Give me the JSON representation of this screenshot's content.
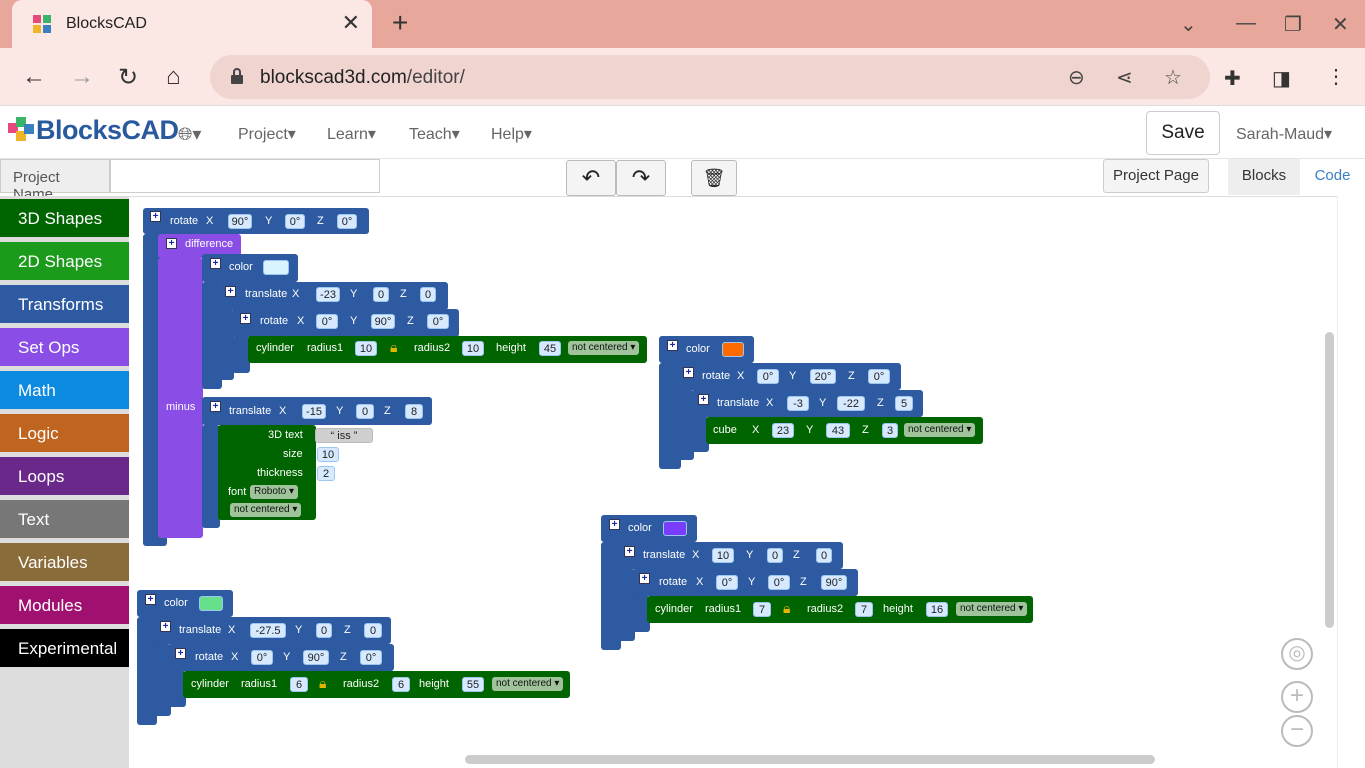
{
  "browser": {
    "tab_title": "BlocksCAD",
    "url_host": "blockscad3d.com",
    "url_path": "/editor/"
  },
  "app": {
    "logo": "BlocksCAD",
    "menus": [
      "Project",
      "Learn",
      "Teach",
      "Help"
    ],
    "save_label": "Save",
    "user": "Sarah-Maud",
    "project_name_label": "Project Name",
    "project_name_value": "",
    "project_page_label": "Project Page",
    "tab_blocks": "Blocks",
    "tab_code": "Code"
  },
  "categories": [
    {
      "label": "3D Shapes",
      "color": "#006400"
    },
    {
      "label": "2D Shapes",
      "color": "#1b9a1b"
    },
    {
      "label": "Transforms",
      "color": "#2d5aa0"
    },
    {
      "label": "Set Ops",
      "color": "#8a4ee6"
    },
    {
      "label": "Math",
      "color": "#0b8ae0"
    },
    {
      "label": "Logic",
      "color": "#c0651f"
    },
    {
      "label": "Loops",
      "color": "#6a288a"
    },
    {
      "label": "Text",
      "color": "#777777"
    },
    {
      "label": "Variables",
      "color": "#8a6b3a"
    },
    {
      "label": "Modules",
      "color": "#a01070"
    },
    {
      "label": "Experimental",
      "color": "#000000"
    }
  ],
  "blocks": {
    "g1": {
      "rotate": {
        "label": "rotate",
        "x": "90°",
        "y": "0°",
        "z": "0°"
      },
      "difference": "difference",
      "minus": "minus",
      "color": "color",
      "translate1": {
        "label": "translate",
        "x": "-23",
        "y": "0",
        "z": "0"
      },
      "rotate2": {
        "label": "rotate",
        "x": "0°",
        "y": "90°",
        "z": "0°"
      },
      "cylinder": {
        "label": "cylinder",
        "r1_label": "radius1",
        "r1": "10",
        "r2_label": "radius2",
        "r2": "10",
        "h_label": "height",
        "h": "45",
        "centered": "not centered"
      },
      "translate2": {
        "label": "translate",
        "x": "-15",
        "y": "0",
        "z": "8"
      },
      "text3d": {
        "label": "3D text",
        "value": "iss",
        "size_label": "size",
        "size": "10",
        "thick_label": "thickness",
        "thick": "2",
        "font_label": "font",
        "font": "Roboto",
        "centered": "not centered"
      }
    },
    "g2": {
      "color": "color",
      "rotate": {
        "label": "rotate",
        "x": "0°",
        "y": "20°",
        "z": "0°"
      },
      "translate": {
        "label": "translate",
        "x": "-3",
        "y": "-22",
        "z": "5"
      },
      "cube": {
        "label": "cube",
        "x": "23",
        "y": "43",
        "z": "3",
        "centered": "not centered"
      }
    },
    "g3": {
      "color": "color",
      "translate": {
        "label": "translate",
        "x": "10",
        "y": "0",
        "z": "0"
      },
      "rotate": {
        "label": "rotate",
        "x": "0°",
        "y": "0°",
        "z": "90°"
      },
      "cylinder": {
        "label": "cylinder",
        "r1_label": "radius1",
        "r1": "7",
        "r2_label": "radius2",
        "r2": "7",
        "h_label": "height",
        "h": "16",
        "centered": "not centered"
      }
    },
    "g4": {
      "color": "color",
      "translate": {
        "label": "translate",
        "x": "-27.5",
        "y": "0",
        "z": "0"
      },
      "rotate": {
        "label": "rotate",
        "x": "0°",
        "y": "90°",
        "z": "0°"
      },
      "cylinder": {
        "label": "cylinder",
        "r1_label": "radius1",
        "r1": "6",
        "r2_label": "radius2",
        "r2": "6",
        "h_label": "height",
        "h": "55",
        "centered": "not centered"
      }
    },
    "axis": {
      "x": "X",
      "y": "Y",
      "z": "Z"
    }
  },
  "colors": {
    "transform": "#2d5aa0",
    "setop": "#8a4ee6",
    "shape3d": "#006400",
    "swatch1": "#d8f5ff",
    "swatch2": "#ff6a00",
    "swatch3": "#7a3cff",
    "swatch4": "#66e08a"
  }
}
